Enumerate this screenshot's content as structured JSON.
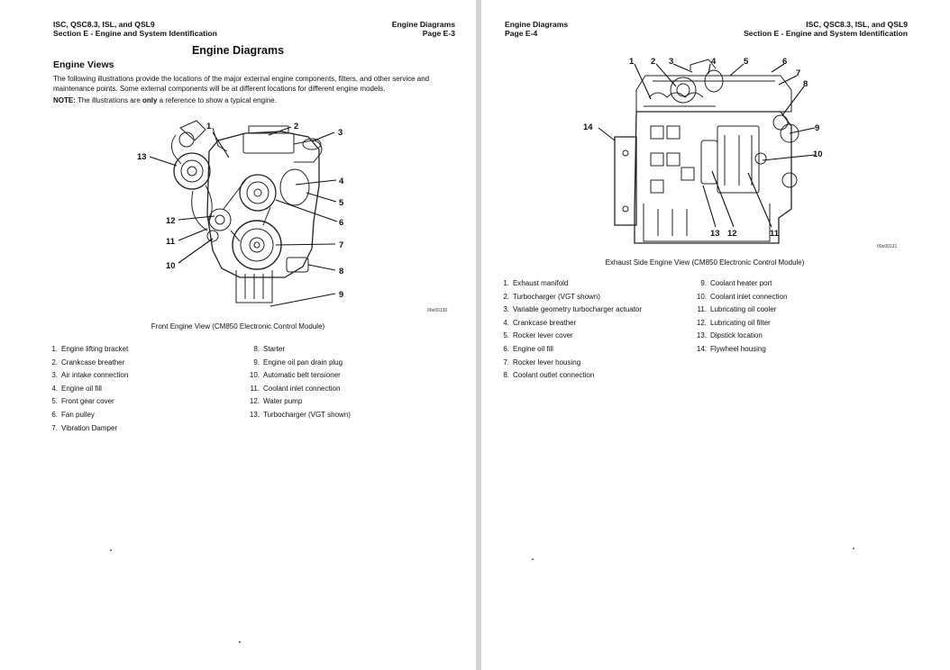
{
  "left_page": {
    "header_left_line1": "ISC, QSC8.3, ISL, and QSL9",
    "header_left_line2": "Section E - Engine and System Identification",
    "header_right_line1": "Engine Diagrams",
    "header_right_line2": "Page E-3",
    "title": "Engine Diagrams",
    "subtitle": "Engine Views",
    "intro": "The following illustrations provide the locations of the major external engine components, filters, and other service and maintenance points. Some external components will be at different locations for different engine models.",
    "note_label": "NOTE:",
    "note_pre": " The illustrations are ",
    "note_emph": "only",
    "note_post": " a reference to show a typical engine.",
    "figure": {
      "caption": "Front Engine View (CM850 Electronic Control Module)",
      "figure_id": "00e00130",
      "callouts": [
        "1",
        "2",
        "3",
        "4",
        "5",
        "6",
        "7",
        "8",
        "9",
        "10",
        "11",
        "12",
        "13"
      ]
    },
    "legend_col1": [
      {
        "num": "1.",
        "label": "Engine lifting bracket"
      },
      {
        "num": "2.",
        "label": "Crankcase breather"
      },
      {
        "num": "3.",
        "label": "Air intake connection"
      },
      {
        "num": "4.",
        "label": "Engine oil fill"
      },
      {
        "num": "5.",
        "label": "Front gear cover"
      },
      {
        "num": "6.",
        "label": "Fan pulley"
      },
      {
        "num": "7.",
        "label": "Vibration Damper"
      }
    ],
    "legend_col2": [
      {
        "num": "8.",
        "label": "Starter"
      },
      {
        "num": "9.",
        "label": "Engine oil pan drain plug"
      },
      {
        "num": "10.",
        "label": "Automatic belt tensioner"
      },
      {
        "num": "11.",
        "label": "Coolant inlet connection"
      },
      {
        "num": "12.",
        "label": "Water pump"
      },
      {
        "num": "13.",
        "label": "Turbocharger (VGT shown)"
      }
    ]
  },
  "right_page": {
    "header_left_line1": "Engine Diagrams",
    "header_left_line2": "Page E-4",
    "header_right_line1": "ISC, QSC8.3, ISL, and QSL9",
    "header_right_line2": "Section E - Engine and System Identification",
    "figure": {
      "caption": "Exhaust Side Engine View (CM850 Electronic Control Module)",
      "figure_id": "00e00131",
      "callouts": [
        "1",
        "2",
        "3",
        "4",
        "5",
        "6",
        "7",
        "8",
        "9",
        "10",
        "11",
        "12",
        "13",
        "14"
      ]
    },
    "legend_col1": [
      {
        "num": "1.",
        "label": "Exhaust manifold"
      },
      {
        "num": "2.",
        "label": "Turbocharger (VGT shown)"
      },
      {
        "num": "3.",
        "label": "Variable geometry turbocharger actuator"
      },
      {
        "num": "4.",
        "label": "Crankcase breather"
      },
      {
        "num": "5.",
        "label": "Rocker lever cover"
      },
      {
        "num": "6.",
        "label": "Engine oil fill"
      },
      {
        "num": "7.",
        "label": "Rocker lever housing"
      },
      {
        "num": "8.",
        "label": "Coolant outlet connection"
      }
    ],
    "legend_col2": [
      {
        "num": "9.",
        "label": "Coolant heater port"
      },
      {
        "num": "10.",
        "label": "Coolant inlet connection"
      },
      {
        "num": "11.",
        "label": "Lubricating oil cooler"
      },
      {
        "num": "12.",
        "label": "Lubricating oil filter"
      },
      {
        "num": "13.",
        "label": "Dipstick location"
      },
      {
        "num": "14.",
        "label": "Flywheel housing"
      }
    ]
  }
}
